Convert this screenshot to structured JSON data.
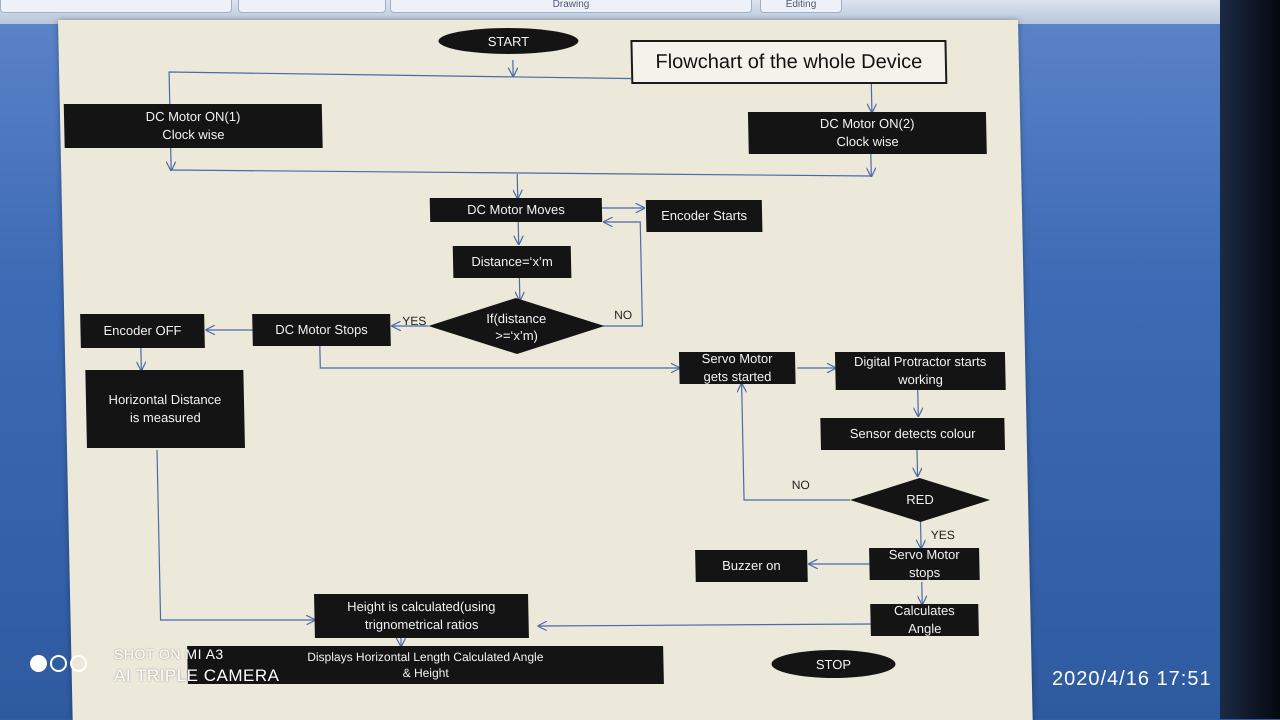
{
  "screen": {
    "tab_left": "Drawing",
    "tab_right": "Editing"
  },
  "flowchart": {
    "title": "Flowchart of the whole Device",
    "start": "START",
    "stop": "STOP",
    "motor_on_1": [
      "DC Motor ON(1)",
      "Clock wise"
    ],
    "motor_on_2": [
      "DC Motor ON(2)",
      "Clock wise"
    ],
    "motor_moves": "DC Motor Moves",
    "encoder_starts": "Encoder Starts",
    "distance": "Distance=‘x’m",
    "decision_distance": [
      "If(distance",
      ">=‘x’m)"
    ],
    "yes_1": "YES",
    "no_1": "NO",
    "motor_stops": "DC Motor Stops",
    "encoder_off": "Encoder OFF",
    "horizontal_distance": [
      "Horizontal Distance",
      "is measured"
    ],
    "servo_started": [
      "Servo Motor",
      "gets started"
    ],
    "protractor": [
      "Digital Protractor starts",
      "working"
    ],
    "sensor": "Sensor detects colour",
    "decision_red": "RED",
    "no_2": "NO",
    "yes_2": "YES",
    "servo_stops": [
      "Servo Motor",
      "stops"
    ],
    "buzzer": "Buzzer on",
    "calc_angle": [
      "Calculates",
      "Angle"
    ],
    "height": [
      "Height is calculated(using",
      "trignometrical ratios"
    ],
    "display": [
      "Displays Horizontal Length Calculated Angle",
      "& Height"
    ]
  },
  "watermark": {
    "line1": "SHOT ON MI A3",
    "line2": "AI TRIPLE CAMERA",
    "datetime": "2020/4/16  17:51"
  }
}
